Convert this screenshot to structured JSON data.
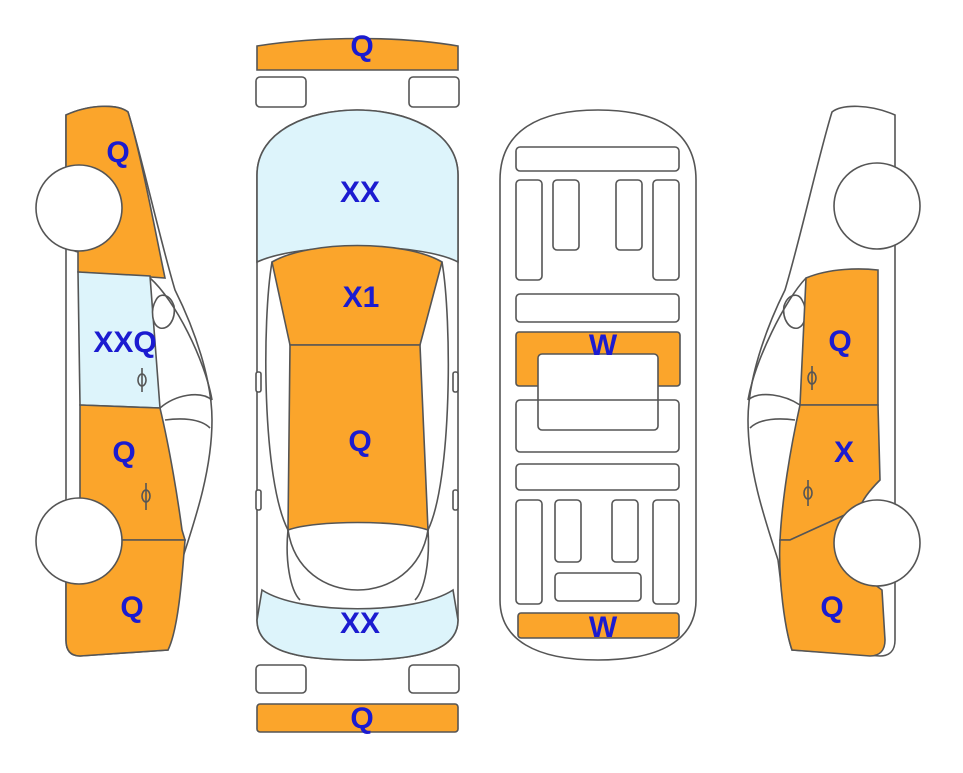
{
  "colors": {
    "damage_orange": "#FBA52B",
    "glass_blue": "#DDF4FB",
    "outline": "#555555",
    "label_blue": "#1B1BD0",
    "background": "#FFFFFF"
  },
  "views": {
    "left_side": {
      "front_fender_code": "Q",
      "window_code": "XXQ",
      "front_door_code": "Q",
      "rear_fender_code": "Q"
    },
    "top": {
      "front_bumper_code": "Q",
      "windshield_code": "XX",
      "hood_code": "X1",
      "roof_code": "Q",
      "rear_window_code": "XX",
      "rear_bumper_code": "Q"
    },
    "underside": {
      "front_panel_code": "W",
      "rear_panel_code": "W"
    },
    "right_side": {
      "front_door_code": "Q",
      "rear_door_code": "X",
      "rear_fender_code": "Q"
    }
  }
}
